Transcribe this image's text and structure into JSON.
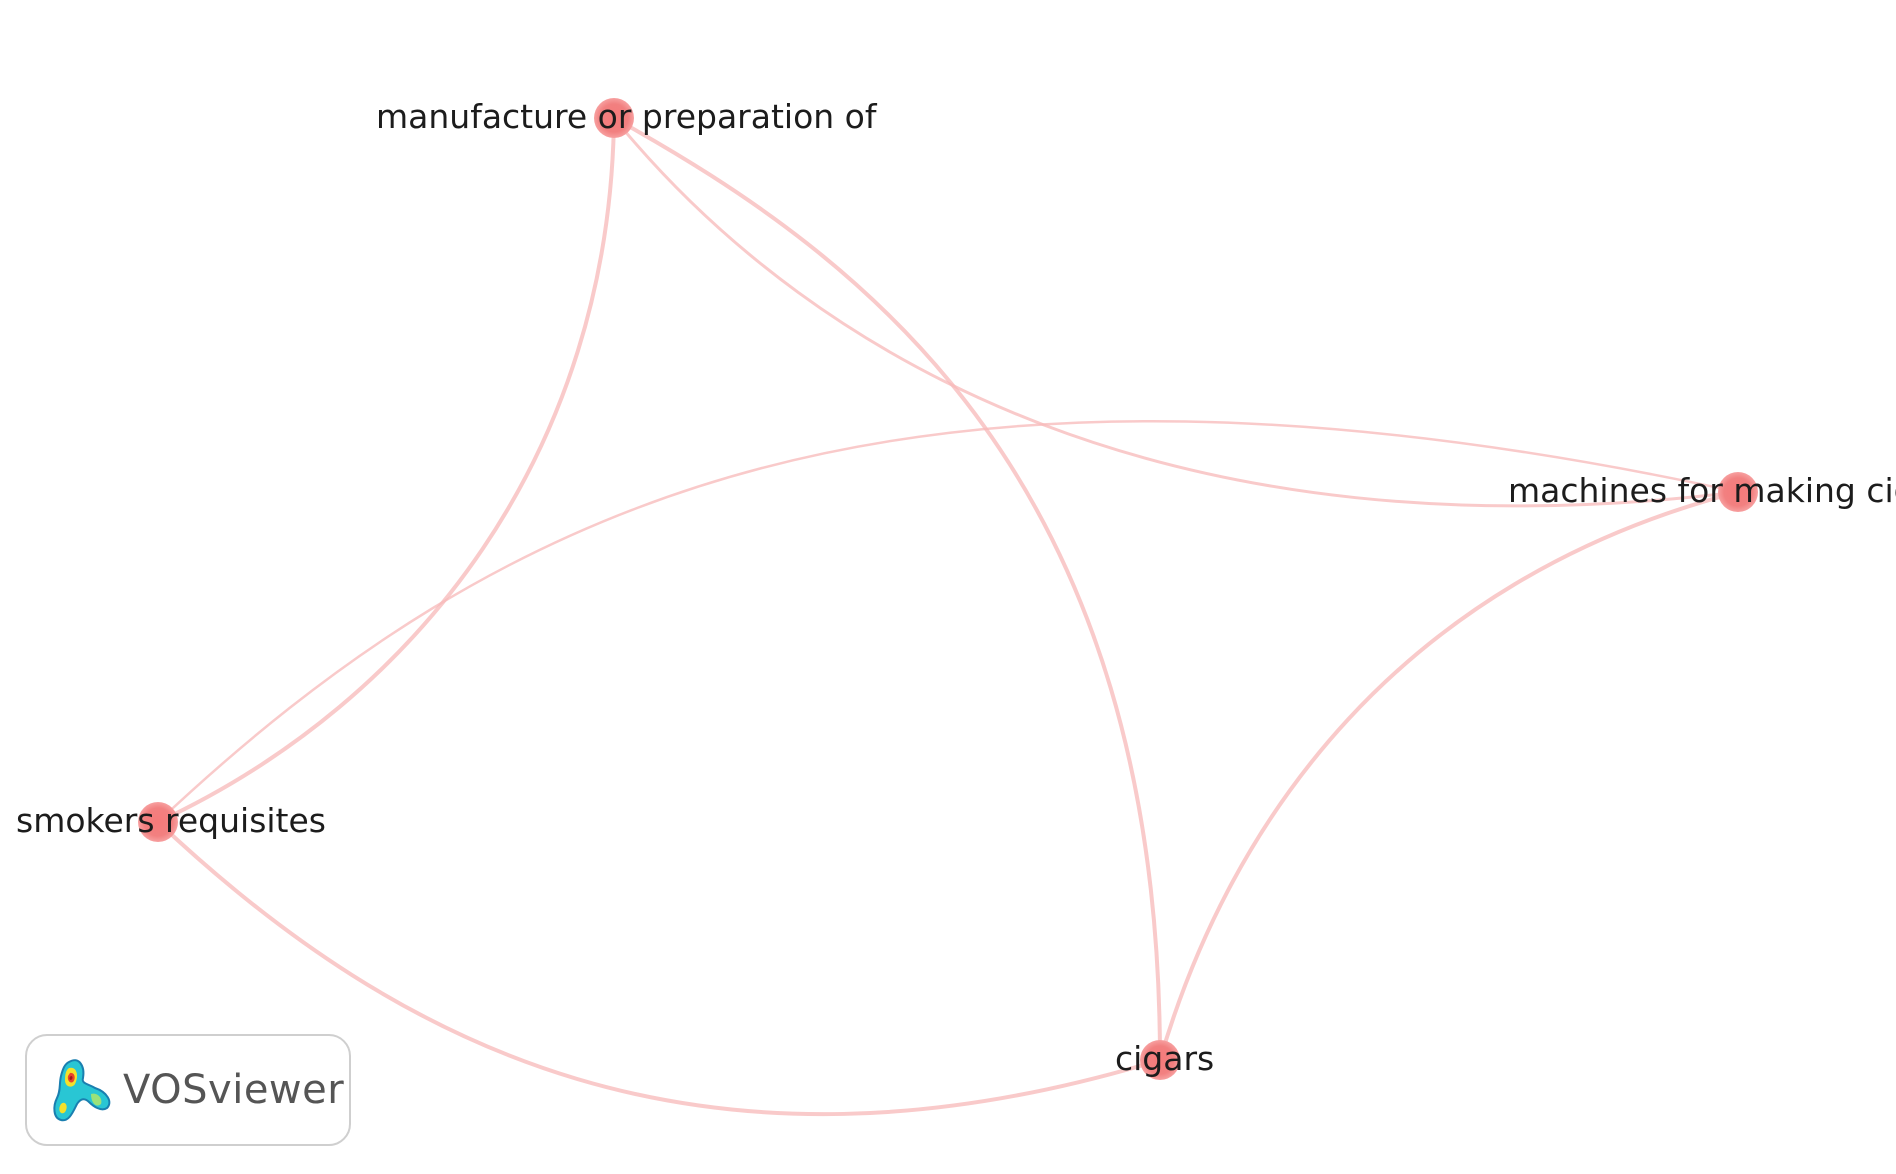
{
  "network": {
    "nodes": [
      {
        "id": "manufacture",
        "label": "manufacture or preparation of"
      },
      {
        "id": "machines",
        "label": "machines for making cigar"
      },
      {
        "id": "smokers",
        "label": "smokers requisites"
      },
      {
        "id": "cigars",
        "label": "cigars"
      }
    ],
    "links": [
      {
        "source": "manufacture",
        "target": "smokers"
      },
      {
        "source": "manufacture",
        "target": "cigars"
      },
      {
        "source": "manufacture",
        "target": "machines"
      },
      {
        "source": "smokers",
        "target": "machines"
      },
      {
        "source": "smokers",
        "target": "cigars"
      },
      {
        "source": "machines",
        "target": "cigars"
      }
    ],
    "colors": {
      "node": "#f06e6e",
      "edge": "#f7b8b8",
      "label": "#1c1c1c"
    }
  },
  "logo": {
    "text": "VOSviewer",
    "icon": "vosviewer-density-icon"
  }
}
